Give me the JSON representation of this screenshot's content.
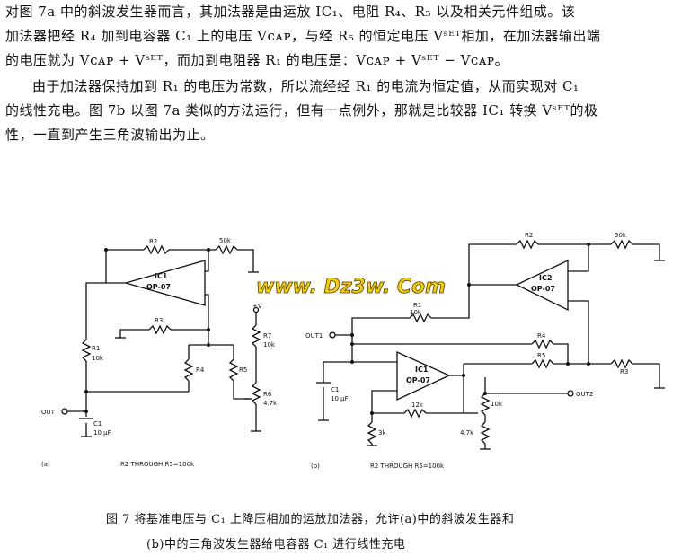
{
  "text": {
    "para1": [
      "对图 7a 中的斜波发生器而言，其加法器是由运放 IC₁、电阻 R₄、R₅ 以及相关元件组成。该",
      "加法器把经 R₄ 加到电容器 C₁ 上的电压 Vᴄᴀᴘ，与经 R₅ 的恒定电压 Vˢᴱᵀ相加，在加法器输出端",
      "的电压就为 Vᴄᴀᴘ + Vˢᴱᵀ，而加到电阻器 R₁ 的电压是：Vᴄᴀᴘ + Vˢᴱᵀ − Vᴄᴀᴘ。"
    ],
    "para2": [
      "由于加法器保持加到 R₁ 的电压为常数，所以流经经 R₁ 的电流为恒定值，从而实现对 C₁",
      "的线性充电。图 7b 以图 7a 类似的方法运行，但有一点例外，那就是比较器 IC₁ 转换 Vˢᴱᵀ的极",
      "性，一直到产生三角波输出为止。"
    ]
  },
  "watermark": "www. Dz3w. Com",
  "diagram_a": {
    "labels": {
      "r2": "R2",
      "r2val": "50k",
      "ic": "IC1",
      "op": "OP-07",
      "r3": "R3",
      "r1": "R1",
      "r1val": "10k",
      "r4": "R4",
      "r5": "R5",
      "vplus": "+V",
      "r7": "R7",
      "r7val": "10k",
      "r6": "R6",
      "r6val": "4.7k",
      "out": "OUT",
      "c1": "C1",
      "c1val": "10 µF",
      "tag": "(a)",
      "note": "R2 THROUGH R5=100k"
    }
  },
  "diagram_b": {
    "labels": {
      "r2": "R2",
      "r2val": "50k",
      "ic2": "IC2",
      "op2": "OP-07",
      "r1": "R1",
      "r1val": "10k",
      "out1": "OUT1",
      "r4": "R4",
      "r5": "R5",
      "r3": "R3",
      "ic1": "IC1",
      "op1": "OP-07",
      "c1": "C1",
      "c1val": "10 µF",
      "r12k": "12k",
      "r3k": "3k",
      "r10k": "10k",
      "r47k": "4.7k",
      "out2": "OUT2",
      "tag": "(b)",
      "note": "R2 THROUGH R5=100k"
    }
  },
  "caption": {
    "line1": "图 7   将基准电压与 C₁ 上降压相加的运放加法器，允许(a)中的斜波发生器和",
    "line2": "(b)中的三角波发生器给电容器 C₁ 进行线性充电"
  },
  "colors": {
    "ink": "#111111",
    "wm_fill": "#f0d000",
    "wm_stroke": "#5a3a00"
  }
}
